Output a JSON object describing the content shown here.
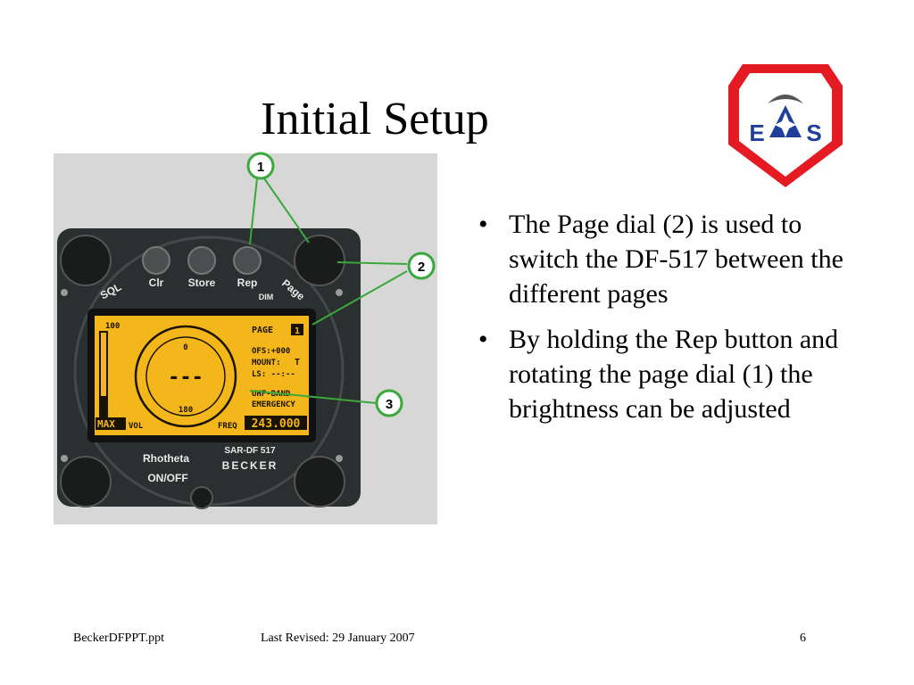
{
  "slide": {
    "title": "Initial Setup"
  },
  "bullets": [
    "The Page dial (2) is used to switch the DF-517 between the different pages",
    "By holding the Rep button and rotating the page dial (1) the brightness can be adjusted"
  ],
  "logo": {
    "letter_left": "E",
    "letter_right": "S",
    "colors": {
      "red": "#e41b23",
      "white": "#ffffff",
      "blue": "#1f3f9a"
    }
  },
  "device": {
    "buttons": {
      "clr": "Clr",
      "store": "Store",
      "rep": "Rep"
    },
    "labels": {
      "sql": "SQL",
      "page": "Page",
      "dim": "DIM",
      "rhotheta": "Rhotheta",
      "onoff": "ON/OFF",
      "model": "SAR-DF 517",
      "brand": "BECKER"
    },
    "display": {
      "scale_top": "100",
      "scale_max": "MAX",
      "vol": "VOL",
      "compass_top": "0",
      "compass_bottom": "180",
      "compass_center": "---",
      "page_label": "PAGE",
      "page_number": "1",
      "ofs": "OFS:+000",
      "mount": "MOUNT:",
      "mount_value": "T",
      "ls": "LS: --:--",
      "band": "UHF-BAND",
      "mode": "EMERGENCY",
      "freq_label": "FREQ",
      "freq": "243.000"
    },
    "callouts": [
      "1",
      "2",
      "3"
    ],
    "colors": {
      "lcd": "#f3b71c",
      "bezel": "#2a2f2f",
      "callout": "#3aa83a"
    }
  },
  "footer": {
    "file": "BeckerDFPPT.ppt",
    "revised": "Last Revised: 29 January 2007",
    "page": "6"
  }
}
